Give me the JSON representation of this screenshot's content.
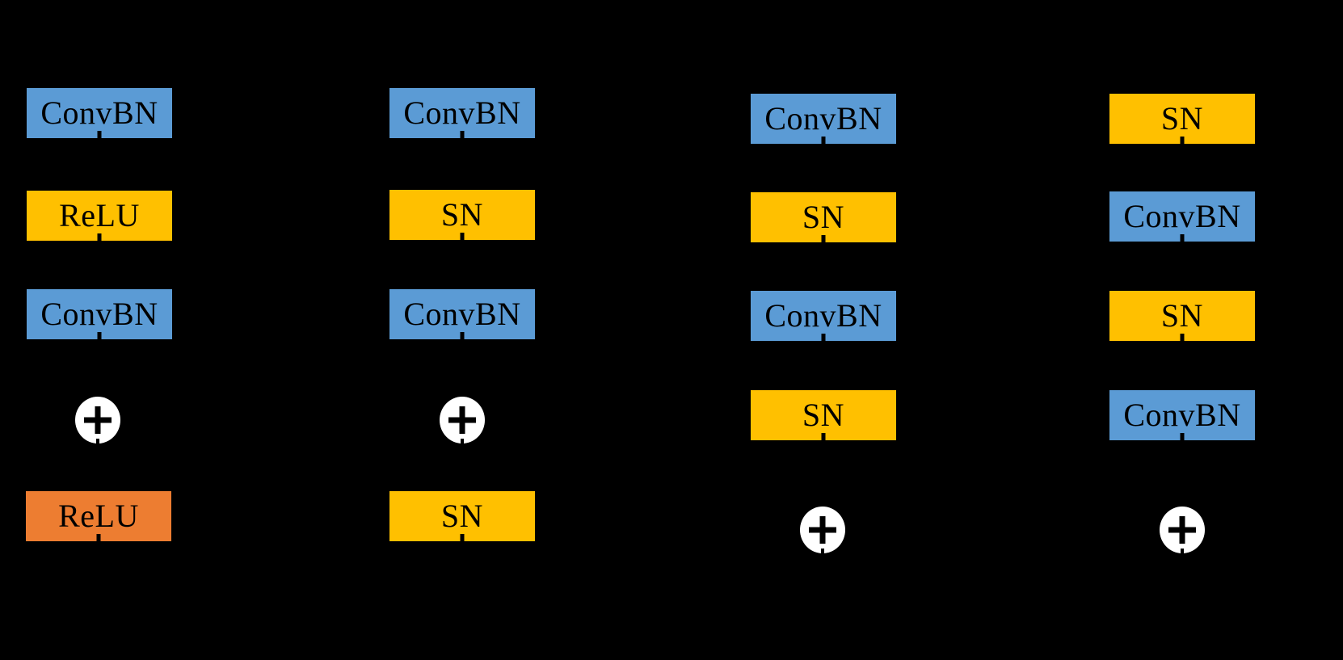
{
  "diagram": {
    "description": "Four residual-block design variants shown as vertical stacks of layer boxes with element-wise add nodes",
    "background_color": "#000000",
    "colors": {
      "convbn_block": "#5B9BD5",
      "norm_activation_block": "#FFC000",
      "final_relu_block": "#ED7D31",
      "add_circle": "#FFFFFF",
      "label_text": "#000000"
    },
    "add_symbol": "+",
    "columns": [
      {
        "name": "variant-1",
        "nodes": [
          {
            "type": "box",
            "label": "ConvBN",
            "color": "blue"
          },
          {
            "type": "box",
            "label": "ReLU",
            "color": "yellow"
          },
          {
            "type": "box",
            "label": "ConvBN",
            "color": "blue"
          },
          {
            "type": "add",
            "label": "+"
          },
          {
            "type": "box",
            "label": "ReLU",
            "color": "orange"
          }
        ]
      },
      {
        "name": "variant-2",
        "nodes": [
          {
            "type": "box",
            "label": "ConvBN",
            "color": "blue"
          },
          {
            "type": "box",
            "label": "SN",
            "color": "yellow"
          },
          {
            "type": "box",
            "label": "ConvBN",
            "color": "blue"
          },
          {
            "type": "add",
            "label": "+"
          },
          {
            "type": "box",
            "label": "SN",
            "color": "yellow"
          }
        ]
      },
      {
        "name": "variant-3",
        "nodes": [
          {
            "type": "box",
            "label": "ConvBN",
            "color": "blue"
          },
          {
            "type": "box",
            "label": "SN",
            "color": "yellow"
          },
          {
            "type": "box",
            "label": "ConvBN",
            "color": "blue"
          },
          {
            "type": "box",
            "label": "SN",
            "color": "yellow"
          },
          {
            "type": "add",
            "label": "+"
          }
        ]
      },
      {
        "name": "variant-4",
        "nodes": [
          {
            "type": "box",
            "label": "SN",
            "color": "yellow"
          },
          {
            "type": "box",
            "label": "ConvBN",
            "color": "blue"
          },
          {
            "type": "box",
            "label": "SN",
            "color": "yellow"
          },
          {
            "type": "box",
            "label": "ConvBN",
            "color": "blue"
          },
          {
            "type": "add",
            "label": "+"
          }
        ]
      }
    ]
  }
}
